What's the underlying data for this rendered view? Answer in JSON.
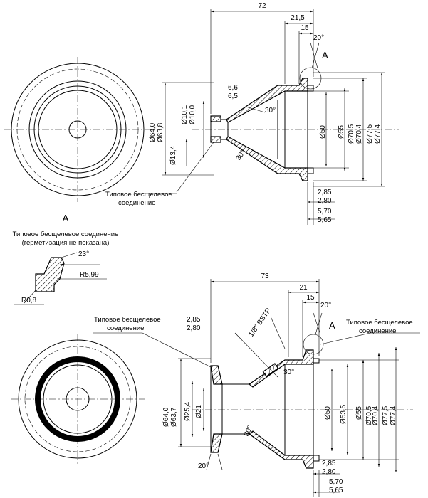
{
  "upper": {
    "dim_72": "72",
    "dim_21_5": "21,5",
    "dim_15": "15",
    "angle_20": "20°",
    "detail_ref": "A",
    "dim_6_6": "6,6",
    "dim_6_5": "6,5",
    "dia_10_1": "Ø10,1",
    "dia_10_0": "Ø10,0",
    "angle_30_a": "30°",
    "angle_30_b": "30°",
    "dia_64_0": "Ø64,0",
    "dia_63_8": "Ø63,8",
    "dia_13_4": "Ø13,4",
    "dia_50": "Ø50",
    "dia_55": "Ø55",
    "dia_70_5": "Ø70,5",
    "dia_70_4": "Ø70,4",
    "dia_77_5": "Ø77,5",
    "dia_77_4": "Ø77,4",
    "joint_label_1": "Типовое бесщелевое",
    "joint_label_2": "соединение",
    "dim_2_85": "2,85",
    "dim_2_80": "2,80",
    "dim_5_70": "5,70",
    "dim_5_65": "5,65"
  },
  "detail": {
    "title": "A",
    "caption_1": "Типовое бесщелевое соединение",
    "caption_2": "(герметизация не показана)",
    "angle_23": "23°",
    "r_5_99": "R5,99",
    "r_0_8": "R0,8"
  },
  "lower": {
    "dim_73": "73",
    "dim_21": "21",
    "dim_15": "15",
    "angle_20_top": "20°",
    "detail_ref": "A",
    "left_joint_1": "Типовое бесщелевое",
    "left_joint_2": "соединение",
    "right_joint_1": "Типовое бесщелевое",
    "right_joint_2": "соединение",
    "dim_2_85": "2,85",
    "dim_2_80": "2,80",
    "thread": "1/8\" BSTP",
    "angle_30_a": "30°",
    "angle_30_b": "30°",
    "dia_64_0": "Ø64,0",
    "dia_63_7": "Ø63,7",
    "dia_25_4": "Ø25,4",
    "dia_21": "Ø21",
    "dia_50": "Ø50",
    "dia_53_5": "Ø53,5",
    "dia_55": "Ø55",
    "dia_70_5": "Ø70,5",
    "dia_70_4": "Ø70,4",
    "dia_77_5": "Ø77,5",
    "dia_77_4": "Ø77,4",
    "angle_20_bottom": "20°",
    "dim_2_85_b": "2,85",
    "dim_2_80_b": "2,80",
    "dim_5_70": "5,70",
    "dim_5_65": "5,65"
  }
}
